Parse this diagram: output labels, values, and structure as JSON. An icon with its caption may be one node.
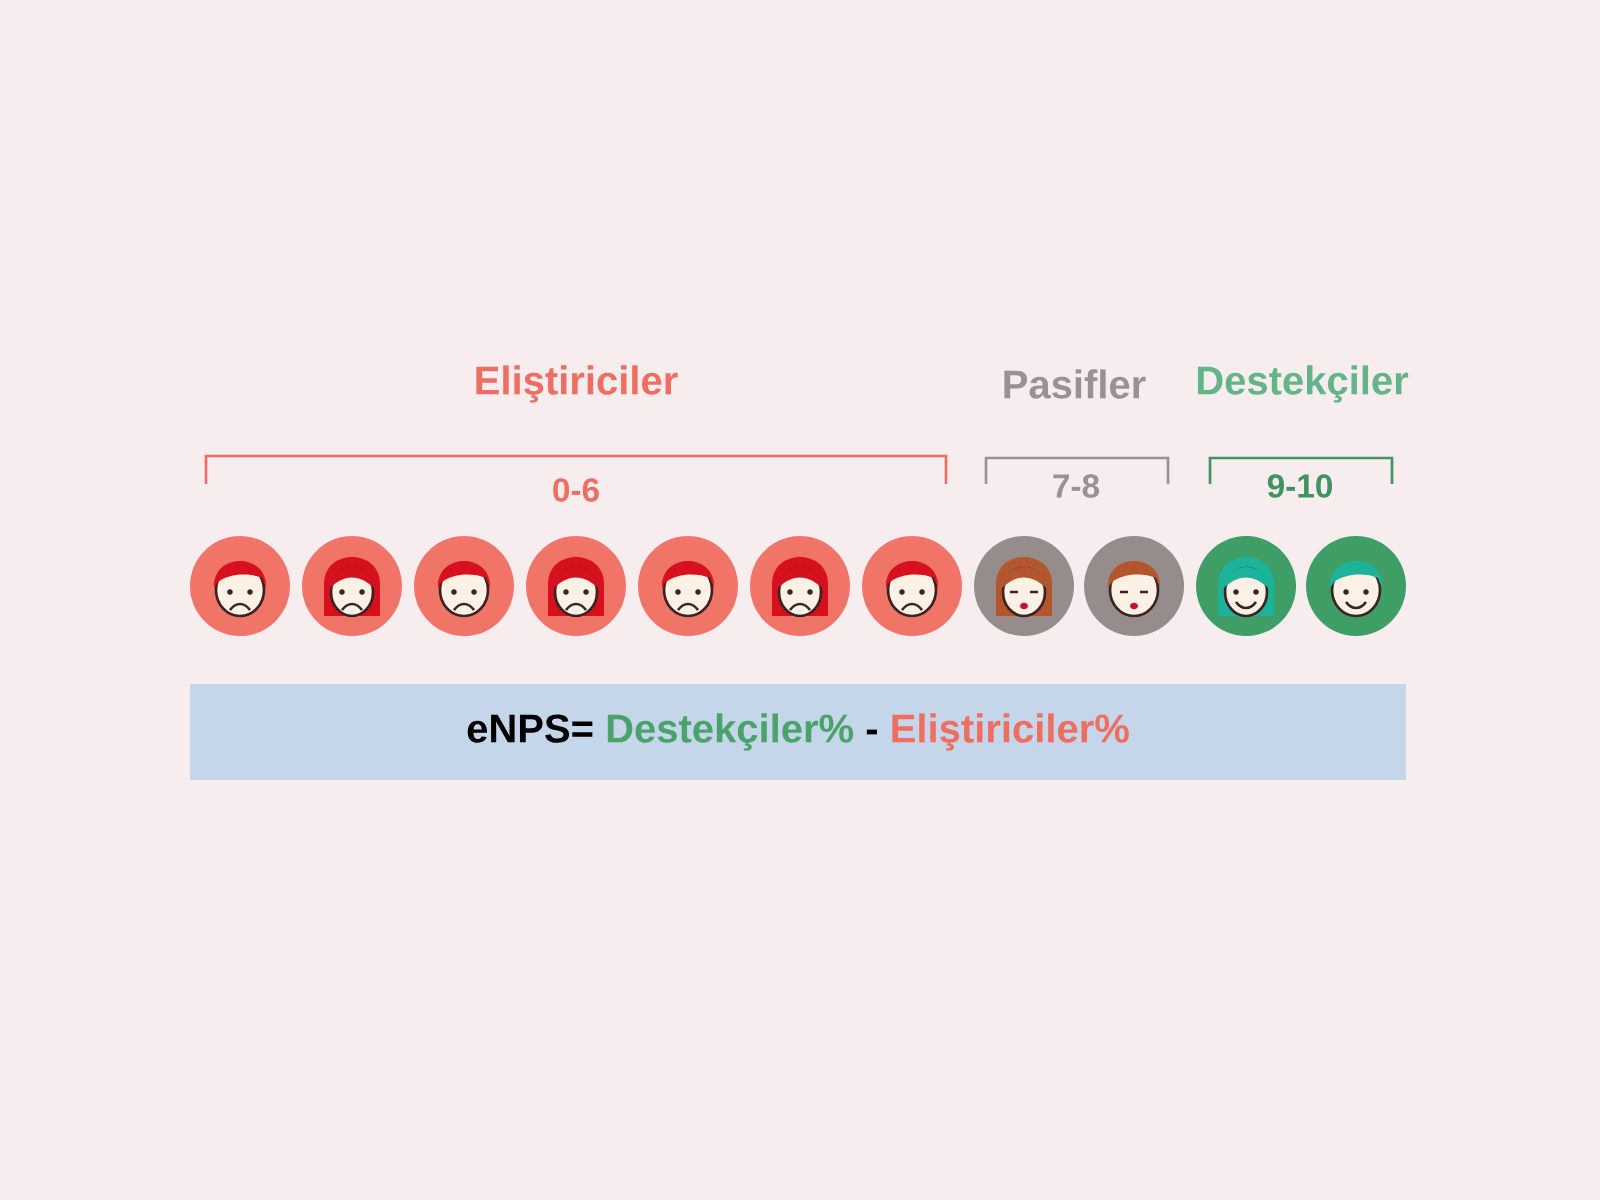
{
  "diagram": {
    "nodes": [
      {
        "text": [
          "eNPS= Destekçiler% - Eliştiriciler%"
        ]
      }
    ],
    "labels": [
      "Eliştiriciler",
      "Pasifler",
      "Destekçiler",
      "0-6",
      "7-8",
      "9-10"
    ]
  }
}
